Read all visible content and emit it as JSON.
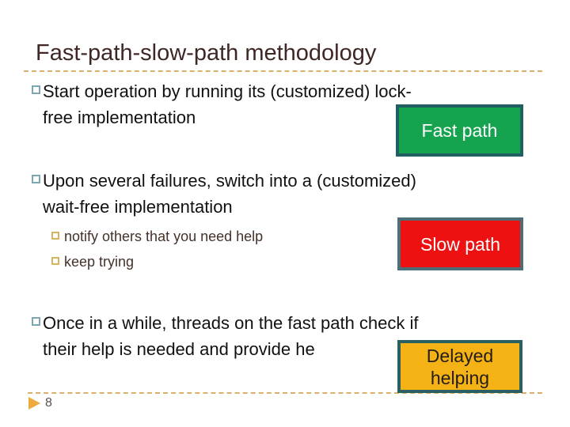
{
  "slide": {
    "title": "Fast-path-slow-path methodology",
    "page_number": "8"
  },
  "bullets": {
    "b1": {
      "lines": [
        "Start operation by running its (customized) lock-",
        "free implementation"
      ]
    },
    "b2": {
      "lines": [
        "Upon several failures, switch into a (customized)",
        "wait-free implementation"
      ]
    },
    "b2_subs": [
      "notify others that you need help",
      "keep trying"
    ],
    "b3": {
      "lines": [
        "Once in a while, threads on the fast path check if",
        "their help is needed and provide he"
      ]
    }
  },
  "callouts": {
    "fast_path": {
      "label": "Fast path",
      "fill": "#15a34f",
      "border": "#215f62",
      "text_color": "#ffffff"
    },
    "slow_path": {
      "label": "Slow path",
      "fill": "#ee1111",
      "border": "#4d6e76",
      "text_color": "#ffffff"
    },
    "delayed_helping": {
      "label": "Delayed helping",
      "lines": [
        "Delayed",
        "helping"
      ],
      "fill": "#f4b214",
      "border": "#2b6063",
      "text_color": "#231c17"
    }
  },
  "theme": {
    "title_color": "#3f2726",
    "body_text_color": "#111111",
    "sub_text_color": "#44312a",
    "main_bullet_square_color": "#7ca7b0",
    "sub_bullet_square_color": "#d9b45f",
    "dashed_rule_color": "#d8b26a",
    "footer_arrow_color": "#f0a93c",
    "background": "#ffffff"
  }
}
